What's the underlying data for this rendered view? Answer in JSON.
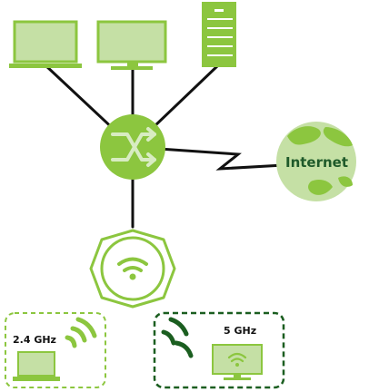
{
  "internet": {
    "label": "Internet"
  },
  "bands": {
    "band_24": "2.4 GHz",
    "band_5": "5 GHz"
  },
  "colors": {
    "light_green": "#8cc63f",
    "pale_green": "#c5e0a5",
    "dark_green": "#1b5e20",
    "line": "#111111"
  },
  "icons": {
    "switch": "switch-icon",
    "wifi_ap": "wifi-access-point-icon",
    "laptop": "laptop-icon",
    "monitor": "monitor-icon",
    "server": "server-icon",
    "globe": "globe-icon"
  }
}
